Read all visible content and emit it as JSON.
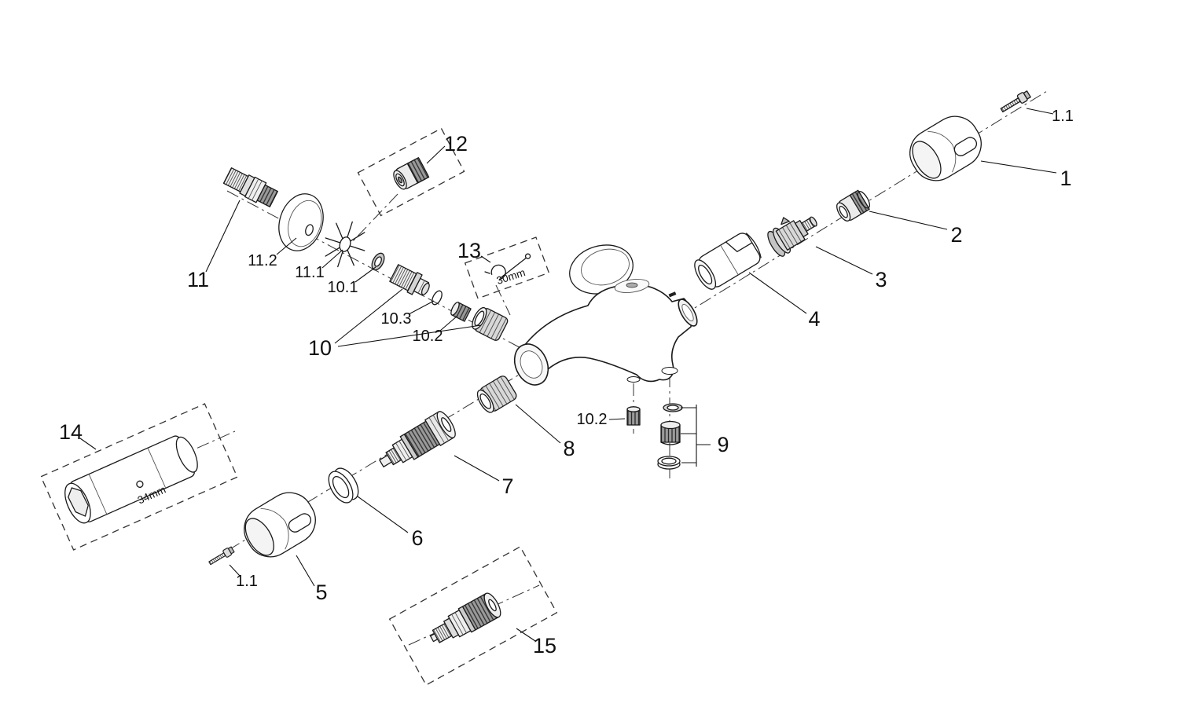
{
  "labels": {
    "p1": "1",
    "p1_1_top": "1.1",
    "p1_1_bottom": "1.1",
    "p2": "2",
    "p3": "3",
    "p4": "4",
    "p5": "5",
    "p6": "6",
    "p7": "7",
    "p8": "8",
    "p9": "9",
    "p10": "10",
    "p10_1": "10.1",
    "p10_2_top": "10.2",
    "p10_2_mid": "10.2",
    "p10_3": "10.3",
    "p11": "11",
    "p11_1": "11.1",
    "p11_2": "11.2",
    "p12": "12",
    "p13": "13",
    "p14": "14",
    "p15": "15"
  },
  "annotations": {
    "wrench_size": "30mm",
    "socket_size": "34mm"
  },
  "colors": {
    "line": "#1a1a1a",
    "background": "#ffffff"
  }
}
